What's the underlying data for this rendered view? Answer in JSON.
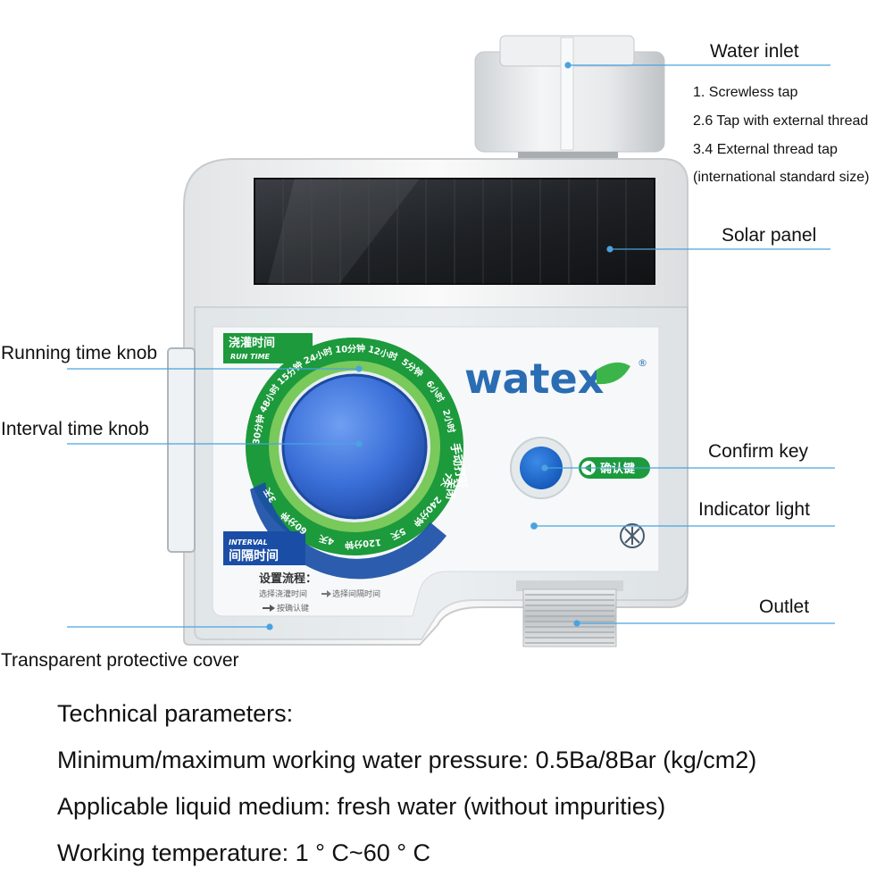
{
  "brand": {
    "name": "watex",
    "reg": "®",
    "primary_color": "#2a6db3",
    "leaf_color": "#3bb54a"
  },
  "callouts": {
    "water_inlet": "Water inlet",
    "inlet_options": [
      "1. Screwless tap",
      "2.6 Tap with external thread",
      "3.4 External thread tap",
      "(international standard size)"
    ],
    "solar_panel": "Solar panel",
    "running_time_knob": "Running time knob",
    "interval_time_knob": "Interval time knob",
    "confirm_key": "Confirm key",
    "indicator_light": "Indicator light",
    "outlet": "Outlet",
    "transparent_cover": "Transparent protective cover"
  },
  "dial": {
    "run_title_cn": "浇灌时间",
    "run_title_en": "RUN TIME",
    "interval_title_en": "INTERVAL",
    "interval_title_cn": "间隔时间",
    "run_labels": [
      "24小时",
      "15分钟",
      "10分钟",
      "12小时",
      "5分钟",
      "6小时",
      "2小时",
      "48小时",
      "30分钟"
    ],
    "manual_open": "手动打开",
    "close": "关闭",
    "interval_labels": [
      "7天",
      "240分钟",
      "5天",
      "120分钟",
      "4天",
      "60分钟",
      "3天"
    ]
  },
  "confirm_button_label": "确认键",
  "setup": {
    "title": "设置流程：",
    "step1": "选择浇灌时间",
    "step2": "选择间隔时间",
    "step3": "按确认键"
  },
  "tech": {
    "heading": "Technical parameters:",
    "pressure": "Minimum/maximum working water pressure: 0.5Ba/8Bar (kg/cm2)",
    "medium": "Applicable liquid medium: fresh water (without impurities)",
    "temperature": "Working temperature: 1 ° C~60 ° C"
  }
}
